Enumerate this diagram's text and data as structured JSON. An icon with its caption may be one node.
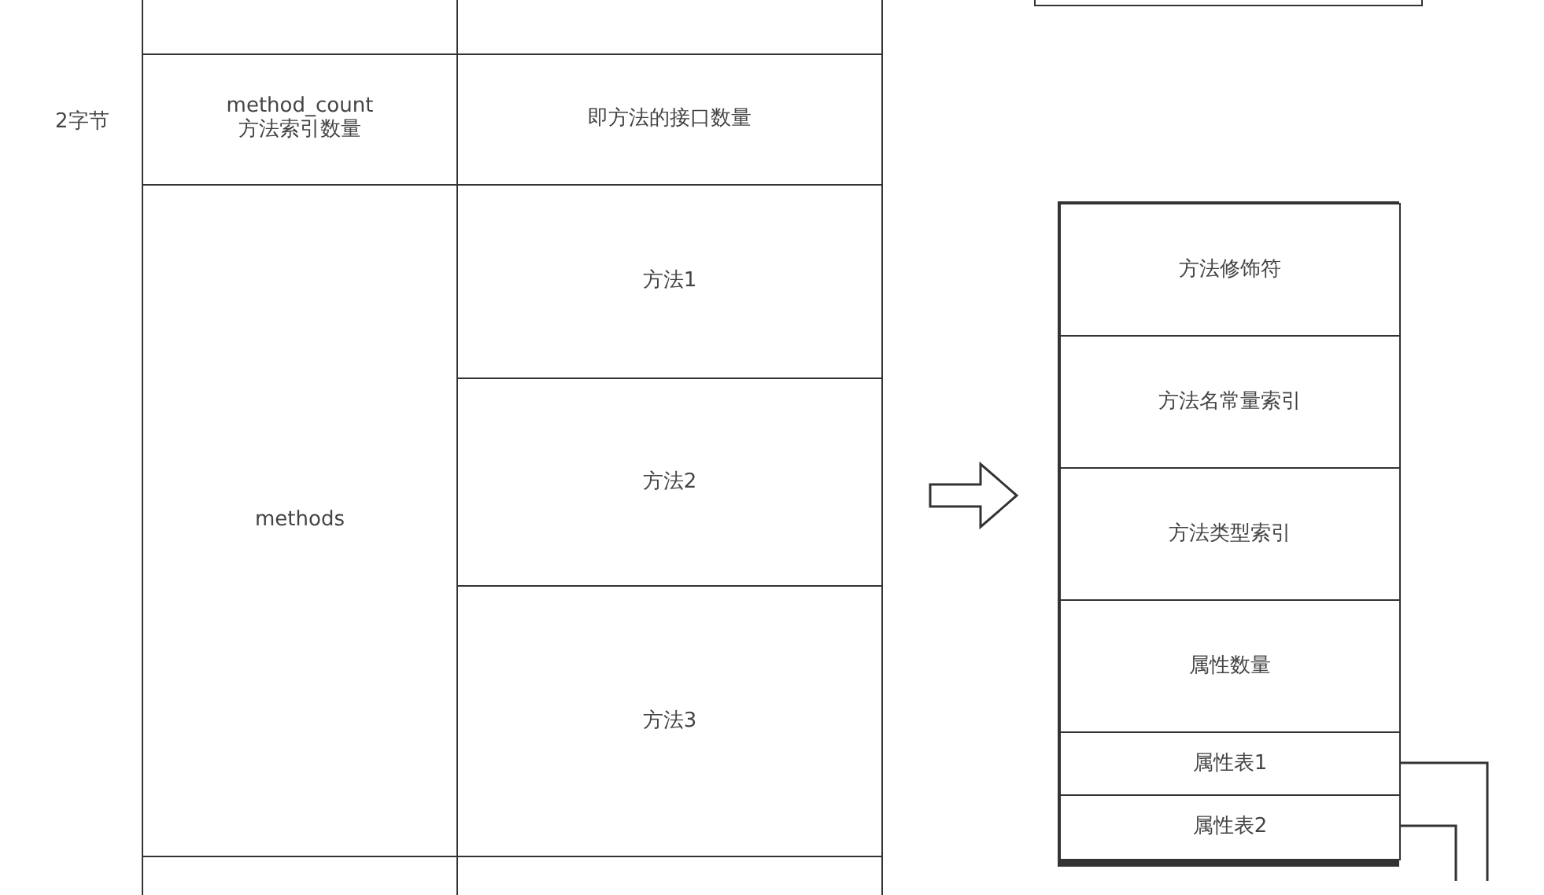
{
  "diagram": {
    "nodes": [
      {
        "text": [],
        "shape": "box"
      },
      {
        "text": [],
        "shape": "box"
      },
      {
        "text": [],
        "shape": "box"
      },
      {
        "text": [
          "method_count",
          "方法索引数量"
        ]
      },
      {
        "text": [
          "即方法的接口数量"
        ]
      },
      {
        "text": [
          "methods"
        ]
      },
      {
        "text": [
          "方法1"
        ]
      },
      {
        "text": [
          "方法2"
        ]
      },
      {
        "text": [
          "方法3"
        ]
      },
      {
        "text": [],
        "shape": "box"
      },
      {
        "text": [
          "方法修饰符"
        ],
        "in": 9
      },
      {
        "text": [
          "方法名常量索引"
        ],
        "in": 9
      },
      {
        "text": [
          "方法类型索引"
        ],
        "in": 9
      },
      {
        "text": [
          "属性数量"
        ],
        "in": 9
      },
      {
        "text": [
          "属性表1"
        ],
        "in": 9
      },
      {
        "text": [
          "属性表2"
        ],
        "in": 9
      },
      {
        "text": [],
        "shape": "box"
      },
      {
        "text": [],
        "shape": "box"
      }
    ],
    "edges": [
      {
        "from": 7,
        "to": 9,
        "arrow": "to"
      },
      {
        "from": 14,
        "to": null,
        "arrow": "none"
      },
      {
        "from": 15,
        "to": null,
        "arrow": "none"
      }
    ],
    "labels": [
      "2字节"
    ]
  }
}
